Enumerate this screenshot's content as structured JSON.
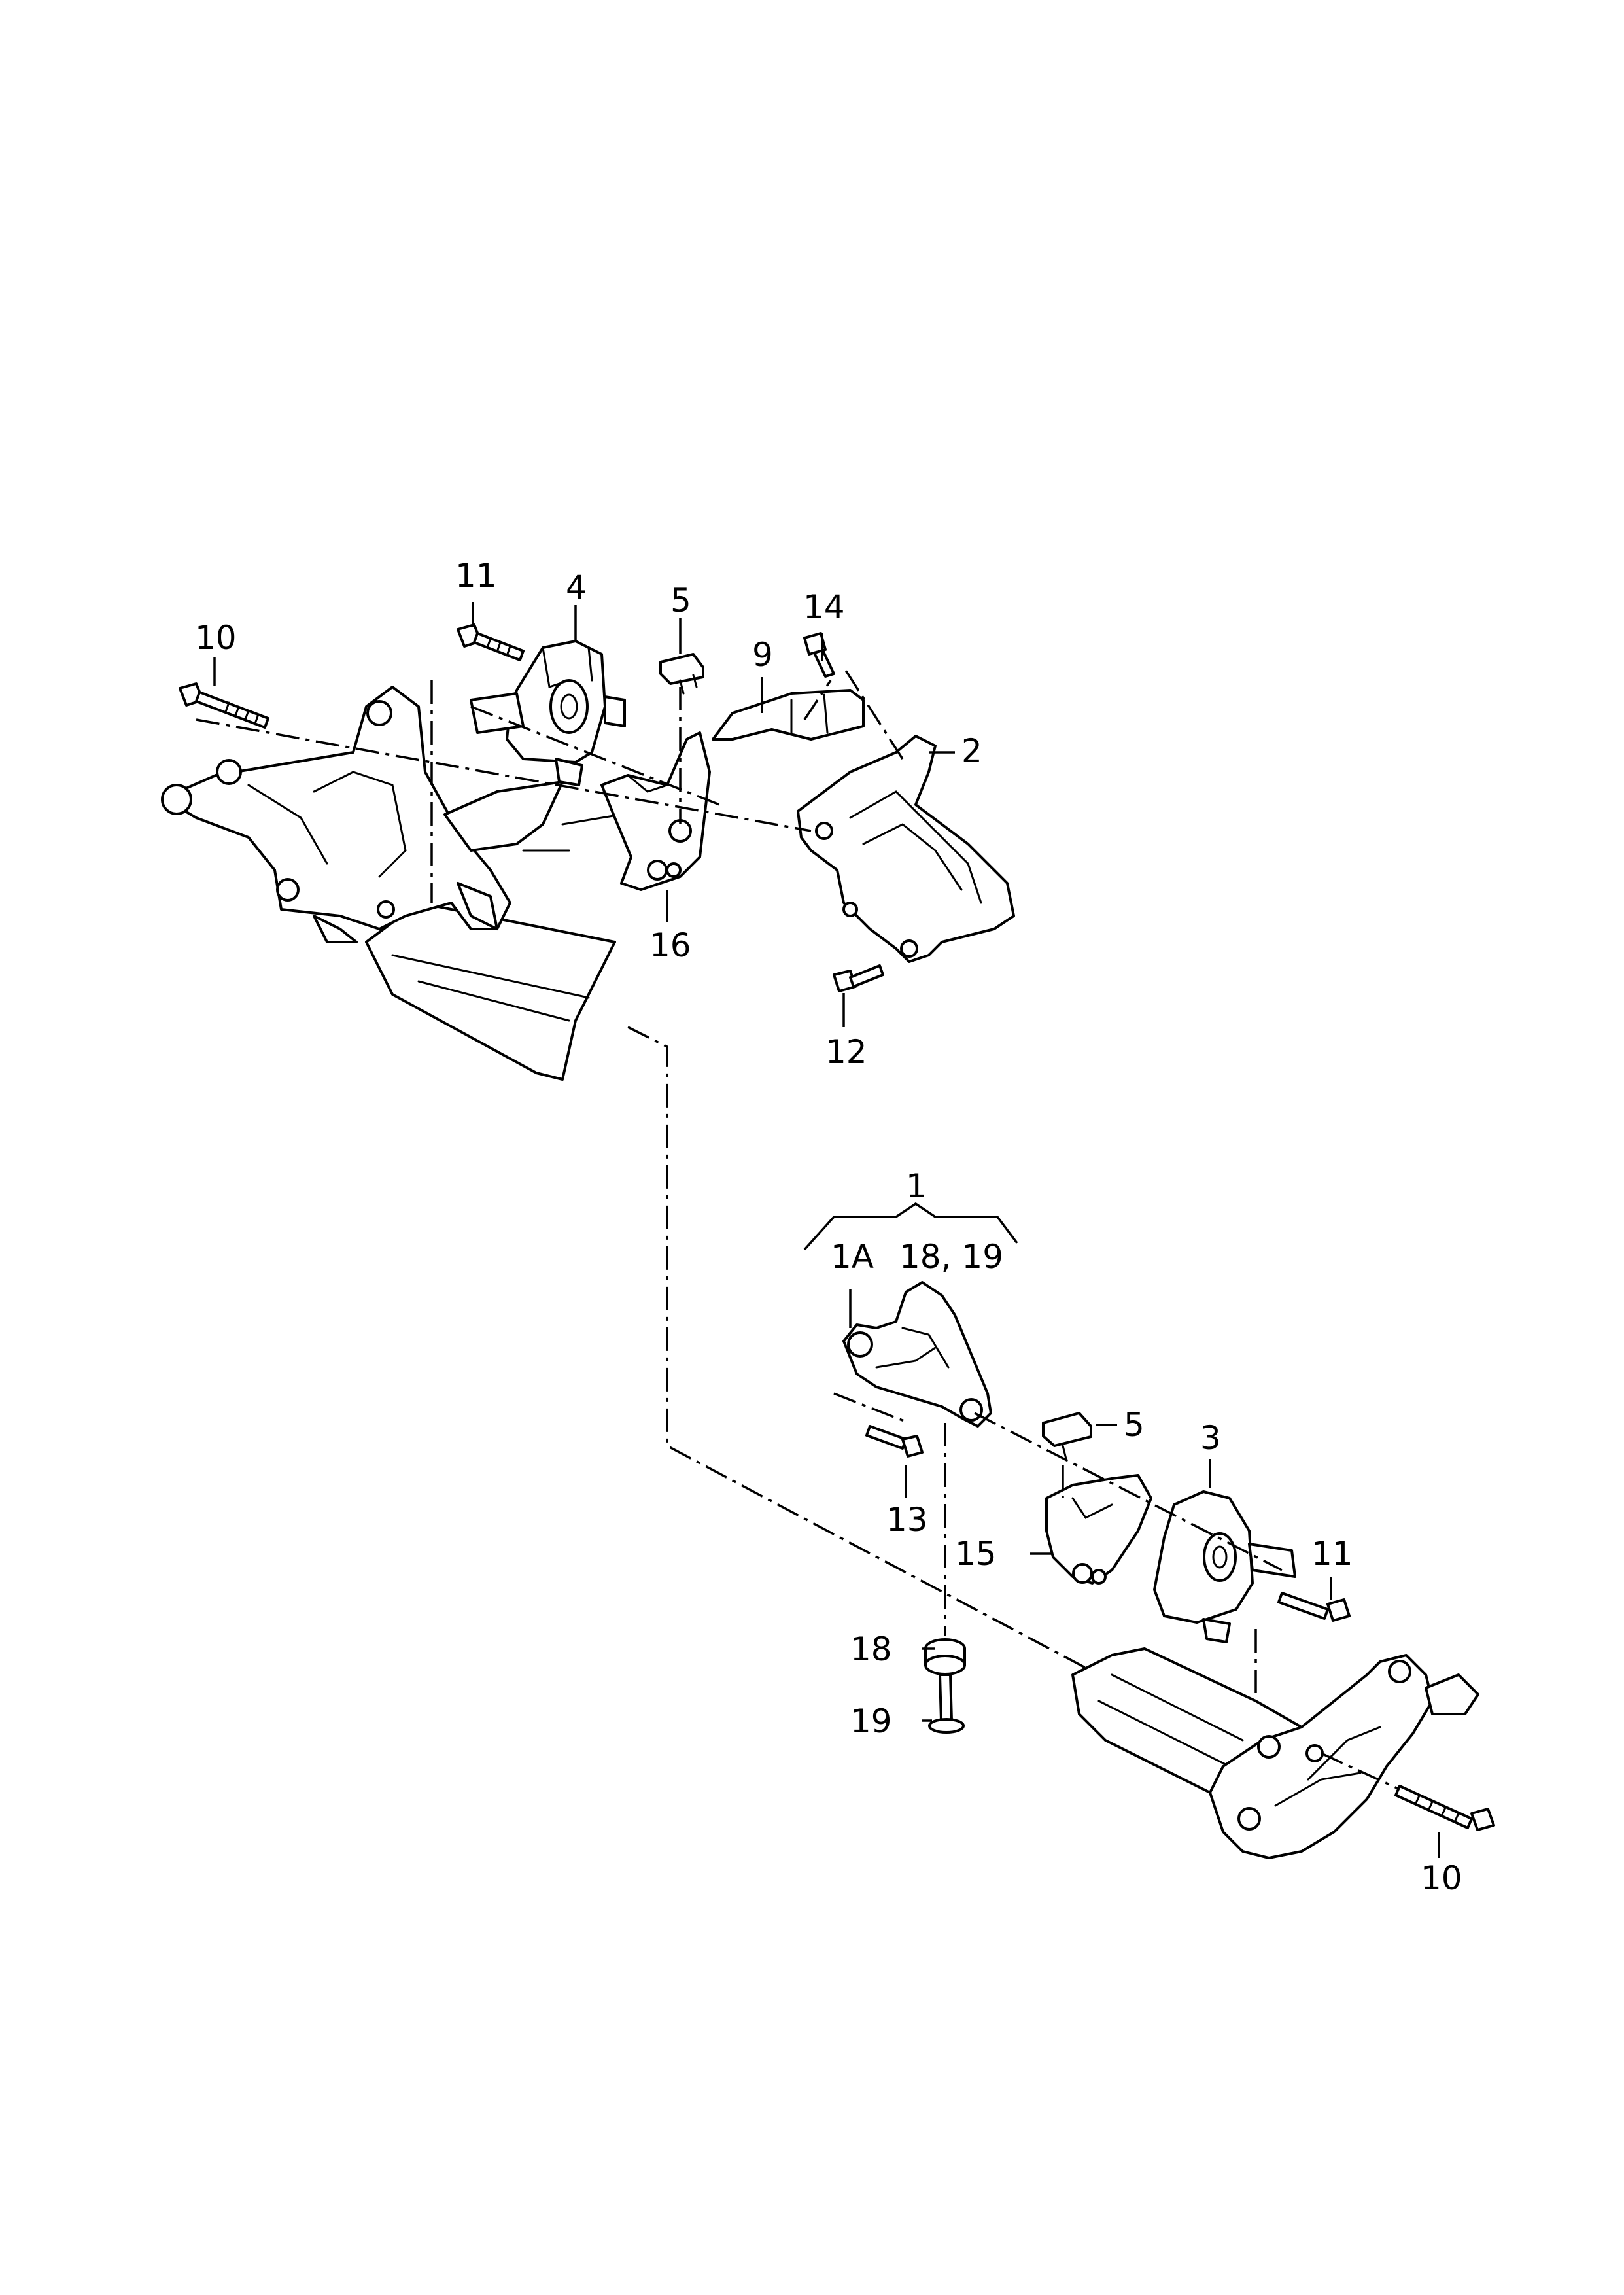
{
  "callouts": {
    "top": {
      "c11": "11",
      "c4": "4",
      "c5": "5",
      "c14": "14",
      "c10": "10",
      "c9": "9",
      "c2": "2",
      "c16": "16",
      "c12": "12"
    },
    "bottom": {
      "c1": "1",
      "c1a": "1A",
      "c1819": "18, 19",
      "c5": "5",
      "c3": "3",
      "c13": "13",
      "c15": "15",
      "c11": "11",
      "c18": "18",
      "c19": "19",
      "c10": "10"
    }
  }
}
